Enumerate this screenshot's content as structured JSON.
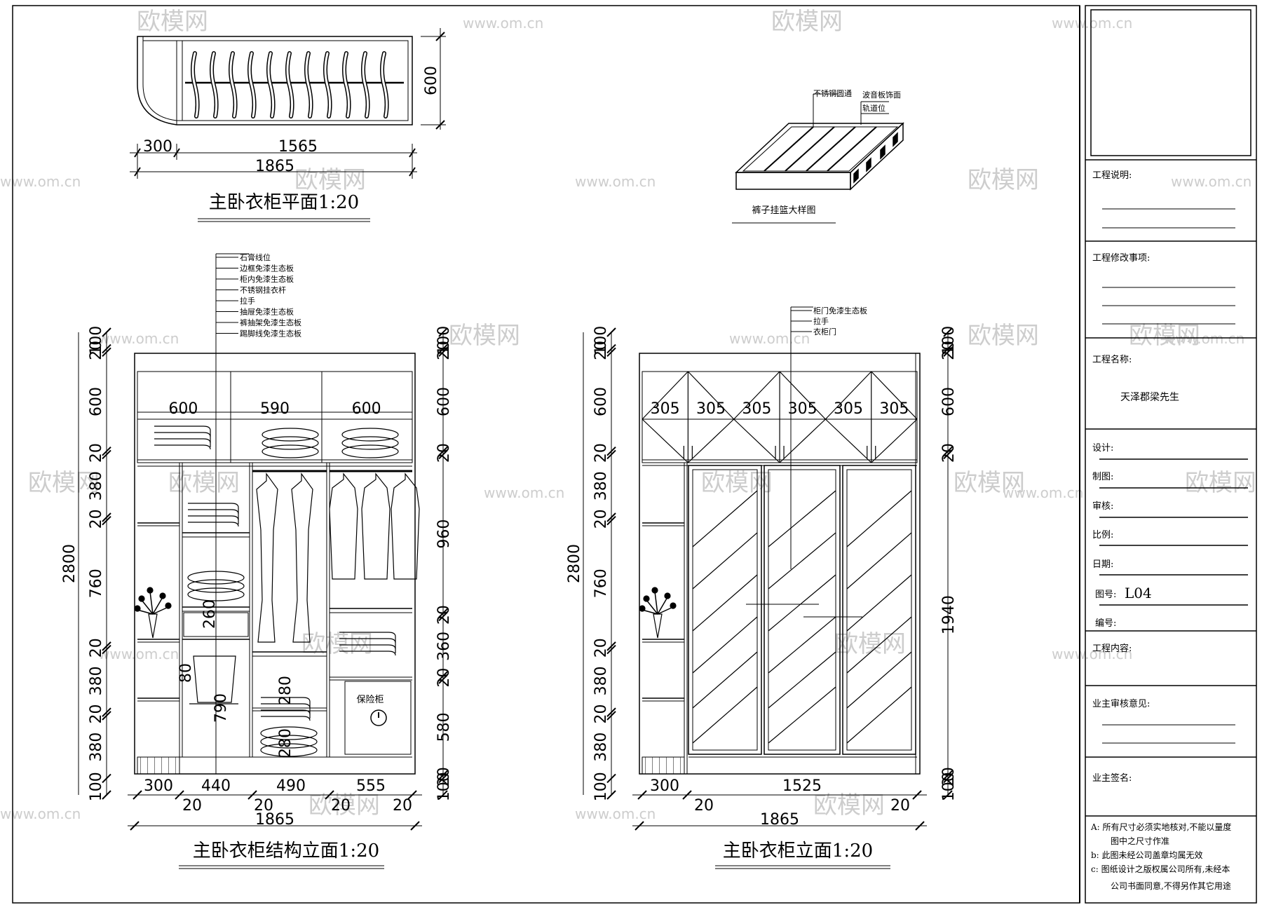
{
  "watermark": {
    "brand": "欧模网",
    "url": "www.om.cn"
  },
  "plan": {
    "title": "主卧衣柜平面1:20",
    "dims": {
      "left": "300",
      "main": "1565",
      "total": "1865",
      "depth": "600"
    }
  },
  "detail": {
    "title": "裤子挂篮大样图",
    "labels": [
      "不锈钢圆通",
      "波音板饰面",
      "轨道位"
    ]
  },
  "structure": {
    "title": "主卧衣柜结构立面1:20",
    "callouts": [
      "石膏线位",
      "边框免漆生态板",
      "柜内免漆生态板",
      "不锈钢挂衣杆",
      "拉手",
      "抽屉免漆生态板",
      "裤抽架免漆生态板",
      "踢脚线免漆生态板"
    ],
    "top_widths": [
      "600",
      "590",
      "600"
    ],
    "bottom_dims": [
      "300",
      "440",
      "490",
      "555"
    ],
    "gap_dims": [
      "20",
      "20",
      "20",
      "20"
    ],
    "total_width": "1865",
    "left_height": "2800",
    "left_segments": [
      "100",
      "20",
      "600",
      "20",
      "380",
      "20",
      "760",
      "20",
      "380",
      "20",
      "380",
      "100"
    ],
    "right_segments": [
      "100",
      "20",
      "600",
      "20",
      "960",
      "20",
      "360",
      "20",
      "580",
      "20",
      "100"
    ],
    "inner_dims": [
      "80",
      "260",
      "790",
      "280",
      "280"
    ],
    "safe_label": "保险柜"
  },
  "elevation": {
    "title": "主卧衣柜立面1:20",
    "callouts": [
      "柜门免漆生态板",
      "拉手",
      "衣柜门"
    ],
    "top_widths": [
      "305",
      "305",
      "305",
      "305",
      "305",
      "305"
    ],
    "bottom_dims": [
      "300",
      "1525"
    ],
    "gap_dims": [
      "20",
      "20"
    ],
    "total_width": "1865",
    "left_height": "2800",
    "left_segments": [
      "100",
      "20",
      "600",
      "20",
      "380",
      "20",
      "760",
      "20",
      "380",
      "20",
      "380",
      "100"
    ],
    "right_segments": [
      "100",
      "20",
      "600",
      "20",
      "1940",
      "20",
      "100"
    ]
  },
  "titleblock": {
    "project_desc_label": "工程说明:",
    "changes_label": "工程修改事项:",
    "project_name_label": "工程名称:",
    "project_name": "天泽郡梁先生",
    "design_label": "设计:",
    "draw_label": "制图:",
    "review_label": "审核:",
    "scale_label": "比例:",
    "date_label": "日期:",
    "drawing_no_label": "图号:",
    "drawing_no": "L04",
    "serial_label": "编号:",
    "content_label": "工程内容:",
    "owner_review_label": "业主审核意见:",
    "owner_sign_label": "业主签名:",
    "notes": [
      "A: 所有尺寸必须实地核对,不能以量度",
      "图中之尺寸作准",
      "b: 此图未经公司盖章均属无效",
      "c: 图纸设计之版权属公司所有,未经本",
      "公司书面同意,不得另作其它用途"
    ]
  }
}
